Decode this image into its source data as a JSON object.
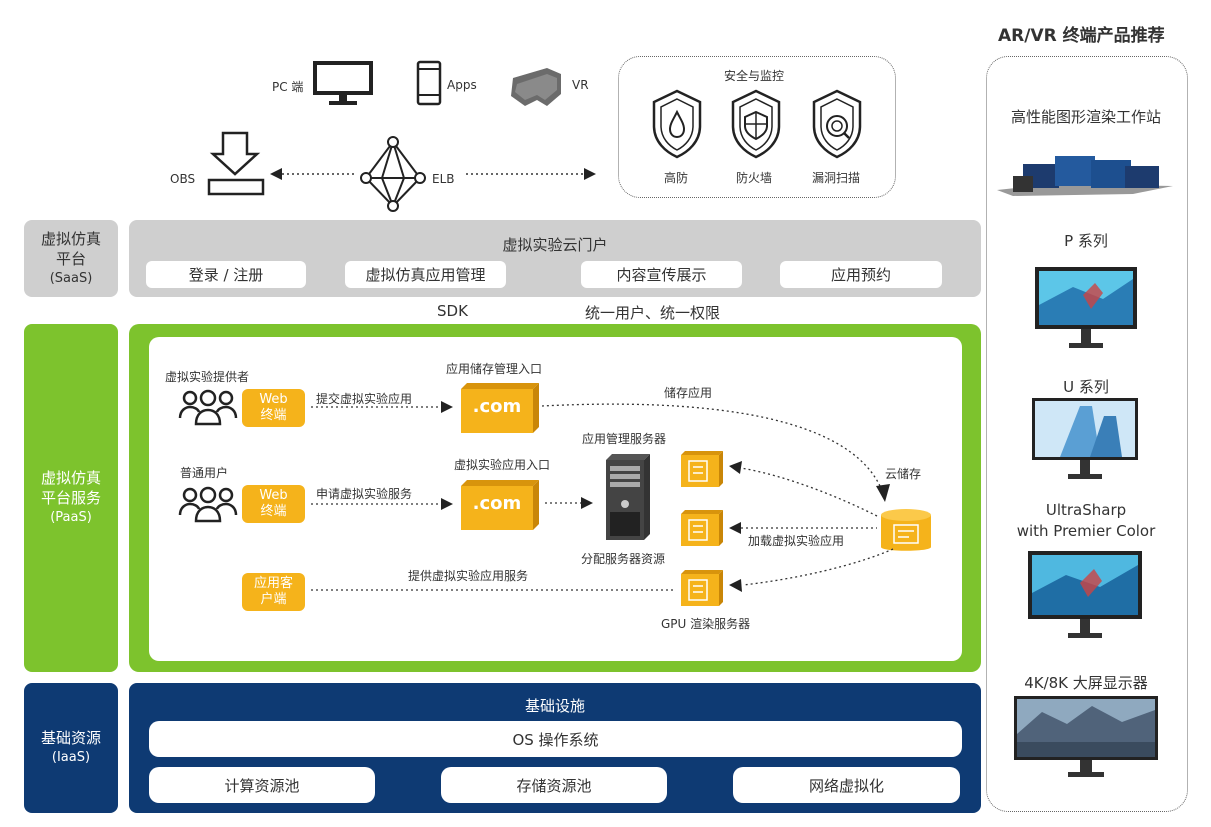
{
  "top": {
    "pc_label": "PC 端",
    "apps_label": "Apps",
    "vr_label": "VR",
    "obs_label": "OBS",
    "elb_label": "ELB",
    "security": {
      "title": "安全与监控",
      "items": [
        "高防",
        "防火墙",
        "漏洞扫描"
      ]
    }
  },
  "saas": {
    "side_label_line1": "虚拟仿真",
    "side_label_line2": "平台",
    "side_label_line3": "(SaaS)",
    "title": "虚拟实验云门户",
    "items": [
      "登录 / 注册",
      "虚拟仿真应用管理",
      "内容宣传展示",
      "应用预约"
    ]
  },
  "middle": {
    "sdk": "SDK",
    "unified": "统一用户、统一权限"
  },
  "paas": {
    "side_label_line1": "虚拟仿真",
    "side_label_line2": "平台服务",
    "side_label_line3": "(PaaS)",
    "provider_label": "虚拟实验提供者",
    "normal_user_label": "普通用户",
    "web_terminal_1": "Web\n终端",
    "web_terminal_2": "Web\n终端",
    "app_client": "应用客\n户端",
    "submit_app": "提交虚拟实验应用",
    "apply_service": "申请虚拟实验服务",
    "provide_service": "提供虚拟实验应用服务",
    "storage_entry": "应用储存管理入口",
    "app_entry": "虚拟实验应用入口",
    "com_text_1": ".com",
    "com_text_2": ".com",
    "store_app": "储存应用",
    "app_server": "应用管理服务器",
    "allocate": "分配服务器资源",
    "cloud_storage": "云储存",
    "load_app": "加载虚拟实验应用",
    "gpu_server": "GPU 渲染服务器"
  },
  "iaas": {
    "side_label_line1": "基础资源",
    "side_label_line2": "(IaaS)",
    "title": "基础设施",
    "os": "OS 操作系统",
    "pools": [
      "计算资源池",
      "存储资源池",
      "网络虚拟化"
    ]
  },
  "arvr": {
    "title": "AR/VR 终端产品推荐",
    "products": [
      "高性能图形渲染工作站",
      "P 系列",
      "U 系列",
      "UltraSharp\nwith Premier Color",
      "4K/8K 大屏显示器"
    ]
  },
  "colors": {
    "green": "#7dc32d",
    "navy": "#0e3a73",
    "orange": "#f5b31b",
    "gray": "#cfcfcf"
  }
}
